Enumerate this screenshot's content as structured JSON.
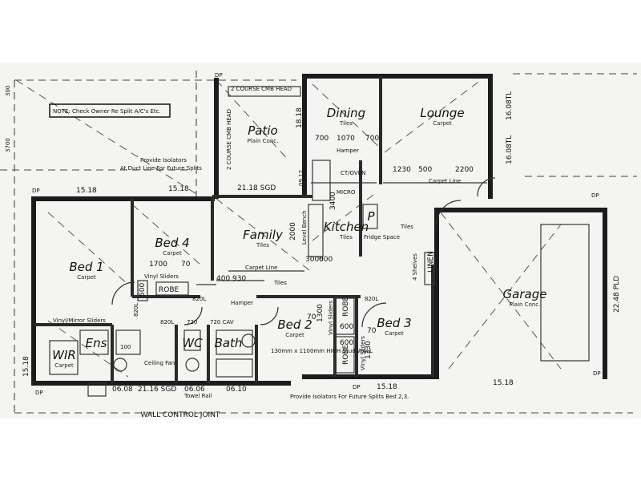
{
  "note": "NOTE: Check Owner Re Split A/C's Etc.",
  "rooms": {
    "patio": {
      "name": "Patio",
      "floor": "Plain Conc."
    },
    "dining": {
      "name": "Dining",
      "floor": "Tiles"
    },
    "lounge": {
      "name": "Lounge",
      "floor": "Carpet"
    },
    "kitchen": {
      "name": "Kitchen",
      "floor": "Tiles"
    },
    "family": {
      "name": "Family",
      "floor": "Tiles"
    },
    "bed1": {
      "name": "Bed 1",
      "floor": "Carpet"
    },
    "bed4": {
      "name": "Bed 4",
      "floor": "Carpet"
    },
    "bed2": {
      "name": "Bed 2",
      "floor": "Carpet"
    },
    "bed3": {
      "name": "Bed 3",
      "floor": "Carpet"
    },
    "garage": {
      "name": "Garage",
      "floor": "Plain Conc."
    },
    "wir": {
      "name": "WIR",
      "floor": "Carpet"
    },
    "ens": {
      "name": "Ens"
    },
    "wc": {
      "name": "WC"
    },
    "bath": {
      "name": "Bath"
    },
    "pantry": {
      "name": "P"
    }
  },
  "labels": {
    "wall_control_joint": "WALL CONTROL JOINT",
    "course_cmb_head_h": "2 COURSE CMB HEAD",
    "course_cmb_head_v": "2 COURSE CMB HEAD",
    "provide_isolators_top": "Provide Isolators",
    "at_duct_line": "At Duct Line For Future Splits",
    "provide_isolators_bottom": "Provide Isolators For Future Splits Bed 2,3.",
    "sgd_top": "21.18 SGD",
    "sgd_bottom": "21.16 SGD",
    "carpet_line_top": "Carpet Line",
    "carpet_line_mid": "Carpet Line",
    "tiles_mid": "Tiles",
    "tiles_right": "Tiles",
    "hamper_top": "Hamper",
    "hamper_mid": "Hamper",
    "robe_bed4": "ROBE",
    "robe_bed2": "ROBE",
    "robe_bed3": "ROBE",
    "vinyl_sliders_1": "Vinyl Sliders",
    "vinyl_sliders_2": "Vinyl/Mirror Sliders",
    "vinyl_sliders_3": "Vinyl Sliders",
    "vinyl_sliders_4": "Vinyl Sliders",
    "linen": "LINEN",
    "linen_sub": "4 Shelves",
    "fridge_space": "Fridge Space",
    "level_bench": "Level Bench",
    "microwave": "MICRO",
    "cooktop": "CT/OVEN",
    "towel_rail": "Towel Rail",
    "ceiling_fan": "Ceiling Fan",
    "dims_note": "130mm x 1100mm HIGH Stud WALL",
    "garage_dim": "22.48 PLD"
  },
  "dimensions": {
    "d300": "300",
    "d3700": "3700",
    "d1518_a": "15.18",
    "d1518_b": "15.18",
    "d1518_c": "15.18",
    "d1518_d": "15.18",
    "d1518_e": "15.18",
    "d1818": "18.18",
    "d1608_a": "16.08TL",
    "d1608_b": "16.08TL",
    "d700_a": "700",
    "d1070": "1070",
    "d700_b": "700",
    "d1230": "1230",
    "d500": "500",
    "d2200": "2200",
    "d0912": "09.12",
    "d3400": "3400",
    "d2000": "2000",
    "d3000": "3000",
    "d600": "600",
    "d1700": "1700",
    "d70_a": "70",
    "d400": "400",
    "d930": "930",
    "d500v": "500",
    "d820_a": "820L",
    "d820_b": "820L",
    "d820_c": "820L",
    "d820_d": "820L",
    "d1300": "1300",
    "d600_b": "600",
    "d600_c": "600",
    "d1330": "1330",
    "d70_b": "70",
    "d70_c": "70",
    "d720": "720",
    "d720_b": "720 CAV",
    "d0608": "06.08",
    "d0606": "06.06",
    "d0610": "06.10",
    "d100": "100"
  },
  "markers": {
    "dp1": "DP",
    "dp2": "DP",
    "dp3": "DP",
    "dp4": "DP",
    "dp5": "DP",
    "dp6": "DP"
  }
}
